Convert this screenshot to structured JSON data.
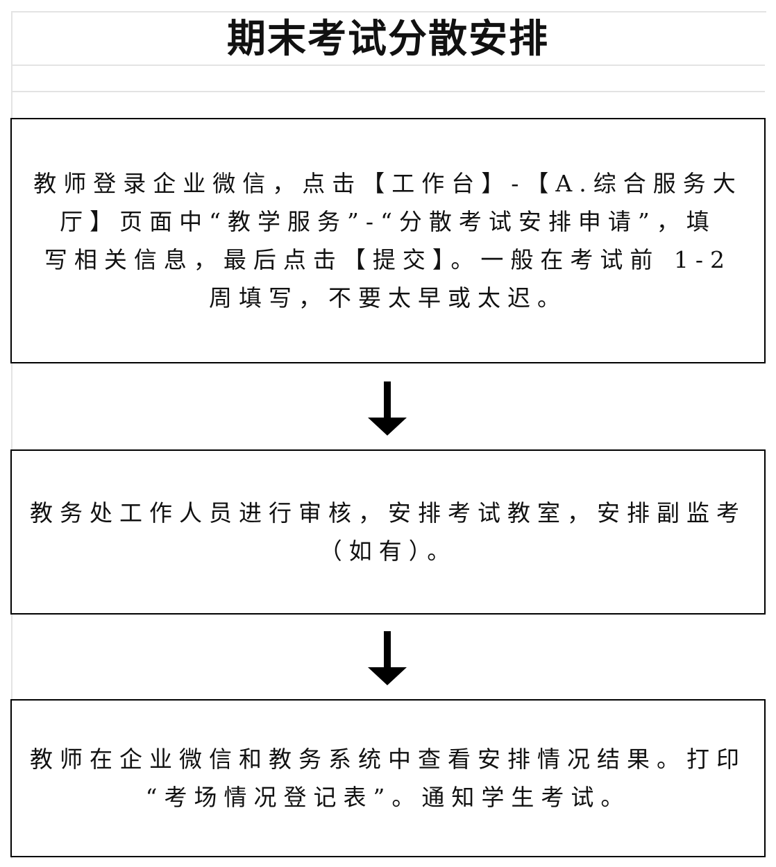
{
  "title": "期末考试分散安排",
  "steps": [
    {
      "lines": [
        "教师登录企业微信，点击【工作台】-【A.综合服务大",
        "厅】页面中“教学服务”-“分散考试安排申请”，填",
        "写相关信息，最后点击【提交】。一般在考试前 1-2",
        "周填写，不要太早或太迟。"
      ]
    },
    {
      "lines": [
        "教务处工作人员进行审核，安排考试教室，安排副监考",
        "（如有）。"
      ]
    },
    {
      "lines": [
        "教师在企业微信和教务系统中查看安排情况结果。打印",
        "“考场情况登记表”。通知学生考试。"
      ]
    }
  ]
}
